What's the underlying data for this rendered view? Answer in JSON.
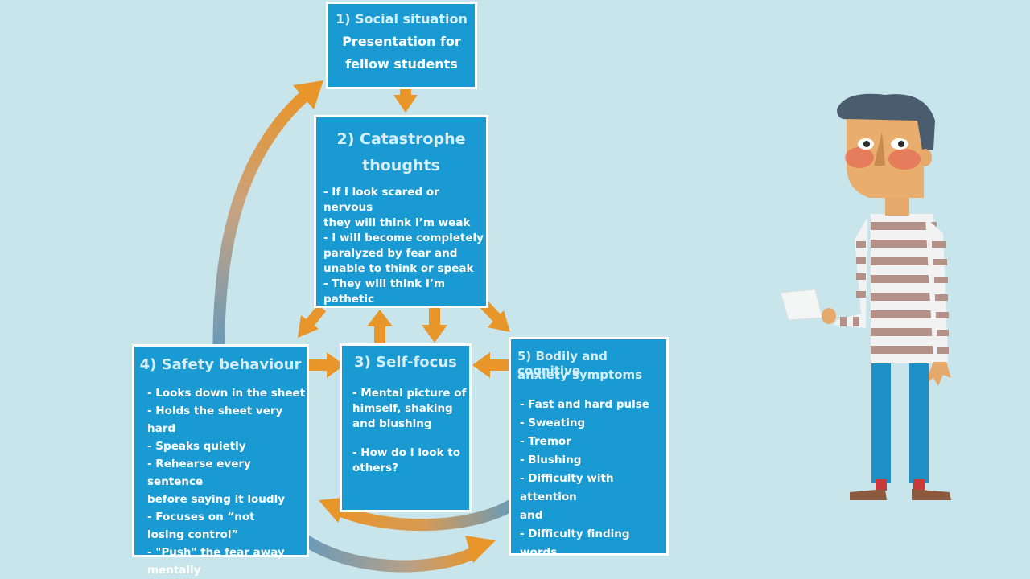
{
  "box1": {
    "title": "1) Social situation",
    "subtitle_line1": "Presentation for",
    "subtitle_line2": "fellow students"
  },
  "box2": {
    "title_line1": "2) Catastrophe",
    "title_line2": "thoughts",
    "items": [
      "- If I look scared or nervous",
      "they will think I’m weak",
      "- I will become completely",
      "paralyzed by fear and",
      "unable to think or speak",
      "- They will think I’m",
      "pathetic"
    ]
  },
  "box3": {
    "title": "3) Self-focus",
    "items": [
      "- Mental picture of",
      "himself, shaking",
      "and blushing",
      "",
      "- How do I look to",
      "others?"
    ]
  },
  "box4": {
    "title": "4) Safety behaviour",
    "items": [
      "- Looks down in the sheet",
      "- Holds the sheet very hard",
      "- Speaks quietly",
      "- Rehearse every sentence",
      "before saying it loudly",
      "- Focuses on “not",
      "losing control”",
      "- \"Push\" the fear away",
      "mentally"
    ]
  },
  "box5": {
    "title_line1": "5) Bodily and cognitive",
    "title_line2": "anxiety symptoms",
    "items": [
      "- Fast and hard pulse",
      "- Sweating",
      "- Tremor",
      "- Blushing",
      "- Difficulty with attention",
      "and",
      "- Difficulty finding words"
    ]
  },
  "colors": {
    "background": "#c9e5ec",
    "box": "#1a9ad3",
    "arrow_orange": "#e8952a",
    "arrow_blue": "#6a9ab8"
  }
}
